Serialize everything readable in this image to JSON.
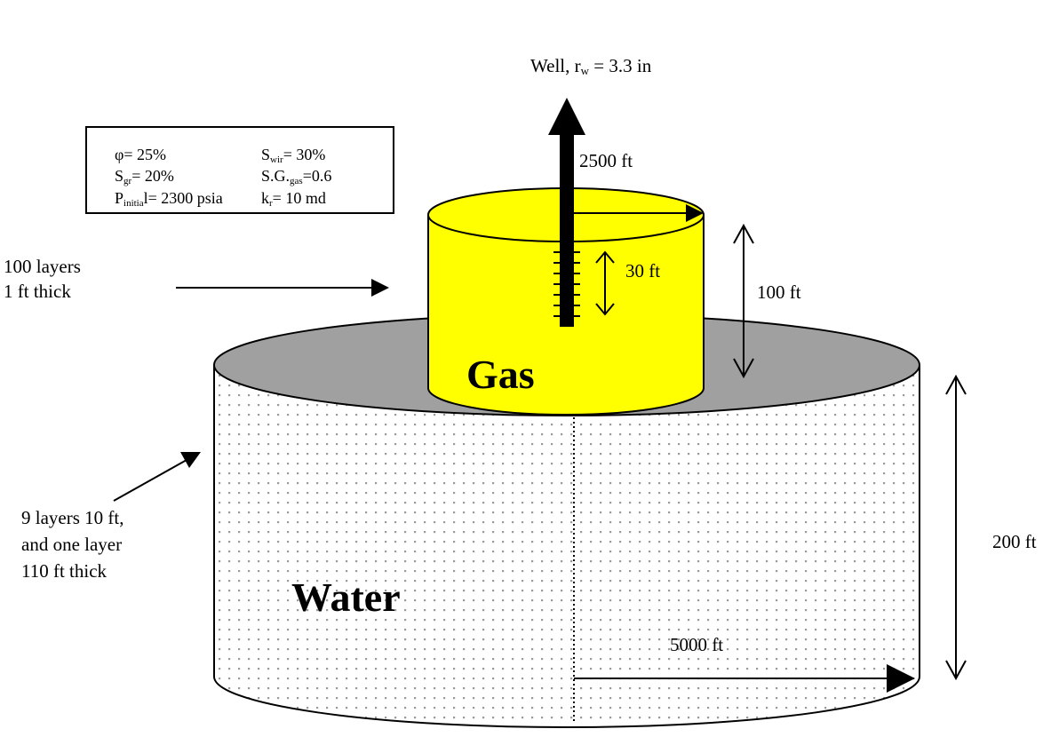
{
  "well": {
    "label": "Well, r",
    "sub": "w",
    "value": " = 3.3 in"
  },
  "well_length": "2500 ft",
  "perforation": "30 ft",
  "gas_height": "100 ft",
  "total_height": "200 ft",
  "reservoir_radius": "5000 ft",
  "gas_label": "Gas",
  "water_label": "Water",
  "layers_gas": [
    "100 layers",
    "1 ft thick"
  ],
  "layers_water": [
    "9 layers 10 ft,",
    "and one layer",
    "110 ft thick"
  ],
  "params": {
    "phi": {
      "base": "φ",
      "sub": "",
      "value": "= 25%"
    },
    "swir": {
      "base": "S",
      "sub": "wir",
      "value": "= 30%"
    },
    "sgr": {
      "base": "S",
      "sub": "gr",
      "value": "= 20%"
    },
    "sggas": {
      "base": "S.G.",
      "sub": "gas",
      "value": "=0.6"
    },
    "pinit": {
      "base": "P",
      "sub": "initia",
      "value": "l= 2300 psia"
    },
    "kr": {
      "base": "k",
      "sub": "r",
      "value": "= 10 md"
    }
  },
  "colors": {
    "gas_fill": "#ffff00",
    "top_disk": "#a0a0a0",
    "dots": "#9a9a9a"
  }
}
